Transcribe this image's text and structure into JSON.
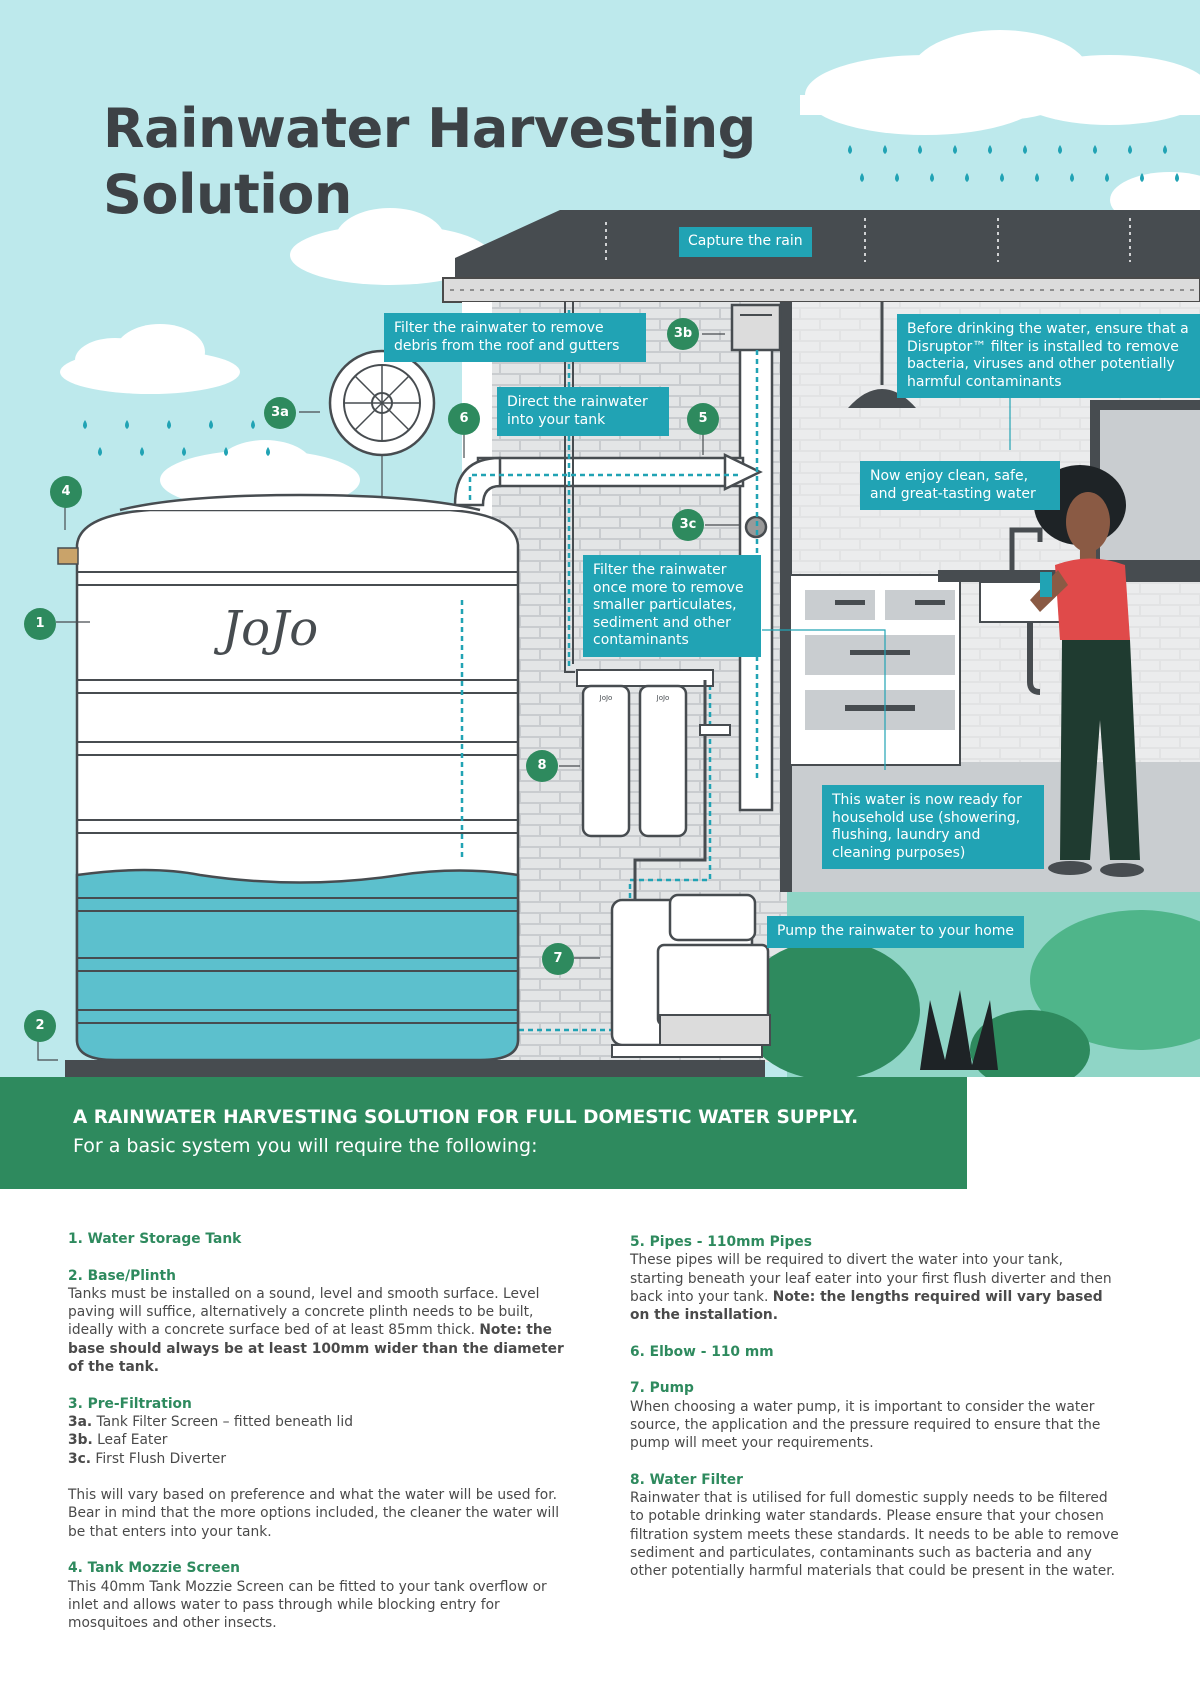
{
  "title": {
    "line1": "Rainwater Harvesting",
    "line2": "Solution"
  },
  "tank_brand": "JoJo",
  "callouts": {
    "capture": "Capture the rain",
    "filter_debris": "Filter the rainwater to remove debris from the roof and gutters",
    "direct": "Direct the rainwater into your tank",
    "disruptor": "Before drinking the water, ensure that a Disruptor™ filter is installed to remove bacteria, viruses and other potentially harmful contaminants",
    "enjoy": "Now enjoy clean, safe, and great-tasting water",
    "filter_more": "Filter the rainwater once more to remove smaller particulates, sediment and other contaminants",
    "household": "This water is now ready for household use (showering, flushing, laundry and cleaning purposes)",
    "pump": "Pump the rainwater to your home"
  },
  "markers": {
    "m1": "1",
    "m2": "2",
    "m3a": "3a",
    "m3b": "3b",
    "m3c": "3c",
    "m4": "4",
    "m5": "5",
    "m6": "6",
    "m7": "7",
    "m8": "8"
  },
  "banner": {
    "headline": "A RAINWATER HARVESTING SOLUTION FOR FULL DOMESTIC WATER SUPPLY.",
    "subline": "For a basic system you will require the following:"
  },
  "list": {
    "i1": {
      "heading": "1. Water Storage Tank"
    },
    "i2": {
      "heading": "2. Base/Plinth",
      "text": "Tanks must be installed on a sound, level and smooth surface. Level paving will suffice, alternatively a concrete plinth needs to be built, ideally with a concrete surface bed of at least 85mm thick.",
      "note_label": "Note:",
      "note": "the base should always be at least 100mm wider than the diameter of the tank."
    },
    "i3": {
      "heading": "3. Pre-Filtration",
      "a_label": "3a.",
      "a_text": "Tank Filter Screen – fitted beneath lid",
      "b_label": "3b.",
      "b_text": "Leaf Eater",
      "c_label": "3c.",
      "c_text": "First Flush Diverter",
      "text": "This will vary based on preference and what the water will be used for. Bear in mind that the more options included, the cleaner the water will be that enters into your tank."
    },
    "i4": {
      "heading": "4. Tank Mozzie Screen",
      "text": "This 40mm Tank Mozzie Screen can be fitted to your tank overflow or inlet and allows water to pass through while blocking entry for mosquitoes and other insects."
    },
    "i5": {
      "heading": "5. Pipes - 110mm Pipes",
      "text": "These pipes will be required to divert the water into your tank, starting beneath your leaf eater into your first flush diverter and then back into your tank.",
      "note": "Note: the lengths required will vary based on the installation."
    },
    "i6": {
      "heading": "6. Elbow - 110 mm"
    },
    "i7": {
      "heading": "7. Pump",
      "text": "When choosing a water pump, it is important to consider the water source, the application and the pressure required to ensure that the pump will meet your requirements."
    },
    "i8": {
      "heading": "8. Water Filter",
      "text": "Rainwater that is utilised for full domestic supply needs to be filtered to potable drinking water standards. Please ensure that your chosen filtration system meets these standards. It needs to be able to remove sediment and particulates, contaminants such as bacteria and any other potentially harmful materials that could be present in the water."
    }
  },
  "colors": {
    "sky": "#bde9ec",
    "teal_callout": "#21a3b4",
    "green": "#2e8a5e",
    "water": "#5cc0cd",
    "roof": "#474c50",
    "brick": "#d4d6d8",
    "title_text": "#3d4246"
  }
}
